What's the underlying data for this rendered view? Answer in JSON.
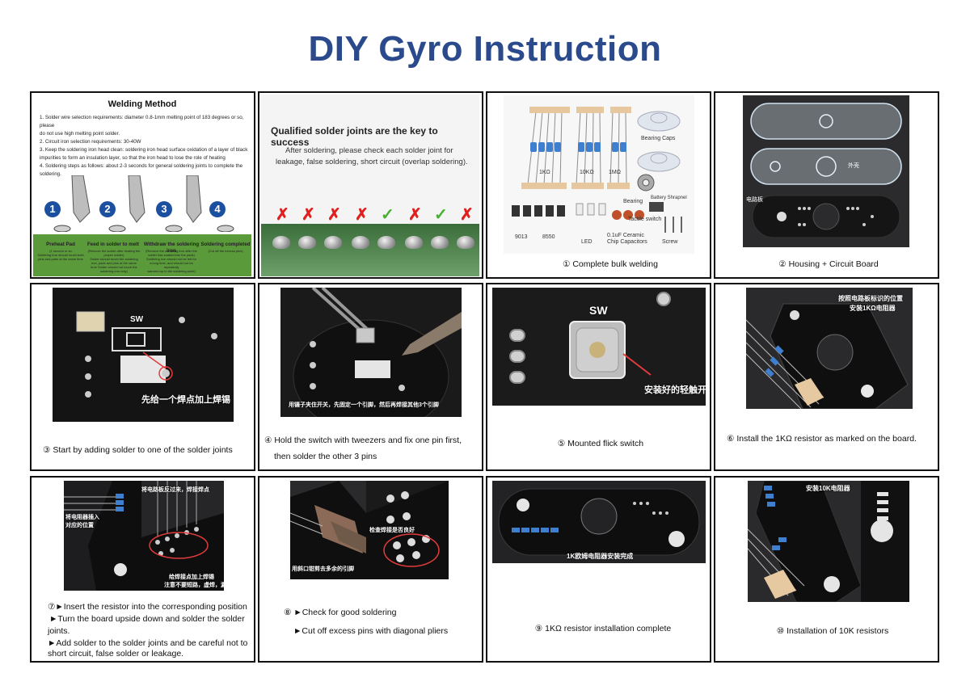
{
  "title": "DIY Gyro Instruction",
  "welding": {
    "title": "Welding Method",
    "lines": [
      "1. Solder wire selection requirements: diameter 0.8-1mm melting point of 183 degrees or so, please",
      "do not use high melting point solder.",
      "2. Circuit iron selection requirements: 30-40W",
      "3. Keep the soldering iron head clean: soldering iron head surface oxidation of a layer of black",
      "impurities to form an insulation layer, so that the iron head to lose the role of heating",
      "4. Soldering steps as follows: about 2-3 seconds for general soldering joints to complete the",
      "soldering."
    ],
    "steps": [
      {
        "num": "1",
        "label": "Preheat Pad",
        "note": "(1 second or so\nSoldering iron should touch both\npins and pads at the same time"
      },
      {
        "num": "2",
        "label": "Feed in solder to melt",
        "note": "(Remove the solder after heating the\nproper solder)\nSolder should touch the soldering\niron, pads and pins at the same\ntime Solder should not touch the\nsoldering iron only)"
      },
      {
        "num": "3",
        "label": "Withdraw the soldering iron",
        "note": "(Remove the soldering iron after the\nsolder has soaked into the pads)\nSoldering iron should not be left for\na long time, and should not be repeatedly\nwarmed up to the soldering point)"
      },
      {
        "num": "4",
        "label": "Soldering completed",
        "note": "(Cut off the excess pins)"
      }
    ]
  },
  "solder_quality": {
    "heading": "Qualified solder joints are the key to success",
    "body_line1": "After soldering, please check each solder joint for",
    "body_line2": "leakage, false soldering, short circuit (overlap soldering).",
    "marks": [
      "✗",
      "✗",
      "✗",
      "✗",
      "✓",
      "✗",
      "✓",
      "✗"
    ]
  },
  "parts": {
    "labels": {
      "r1": "1KΩ",
      "r2": "10KΩ",
      "r3": "1MΩ",
      "caps": "Bearing Caps",
      "bearing": "Bearing",
      "shrapnel": "Battery Shrapnel",
      "tactile": "Tactile switch",
      "t1": "9013",
      "t2": "8550",
      "led": "LED",
      "ceramic1": "0.1uF Ceramic",
      "ceramic2": "Chip Capacitors",
      "screw": "Screw"
    }
  },
  "housing": {
    "label_cn1": "外壳",
    "label_cn2": "电路板"
  },
  "steps": {
    "s1": "① Complete bulk welding",
    "s2": "② Housing + Circuit Board",
    "s3": "③ Start by adding solder to one of the solder joints",
    "s4_line1": "④ Hold the switch with tweezers and fix one pin first,",
    "s4_line2": "then solder the other 3 pins",
    "s5": "⑤ Mounted flick switch",
    "s6": "⑥ Install the 1KΩ resistor as marked on the board.",
    "s7_line1": "⑦►Insert the resistor into the corresponding position",
    "s7_line2": "►Turn the board upside down and solder the solder",
    "s7_line3": "joints.",
    "s7_line4": "►Add solder to the solder joints and be careful not to",
    "s7_line5": "short circuit, false solder or leakage.",
    "s8_line1": "⑧ ►Check for good soldering",
    "s8_line2": "►Cut off excess pins with diagonal pliers",
    "s9": "⑨ 1KΩ resistor installation complete",
    "s10": "⑩ Installation of 10K resistors"
  },
  "photo_text": {
    "p3_cn": "先给一个焊点加上焊锡",
    "p3_sw": "SW",
    "p4_cn": "用镊子夹住开关，先固定一个引脚，然后再焊接其他3个引脚",
    "p5_sw": "SW",
    "p5_cn": "安装好的轻触开关",
    "p6_cn1": "按照电路板标识的位置",
    "p6_cn2": "安装1KΩ电阻器",
    "p7_cn1": "将电路板反过来，焊接焊点",
    "p7_cn2": "将电阻器插入",
    "p7_cn3": "对应的位置",
    "p7_cn4": "给焊接点加上焊锡",
    "p7_cn5": "注意不要短路，虚焊，漏焊",
    "p8_cn1": "检查焊接是否良好",
    "p8_cn2": "用斜口钳剪去多余的引脚",
    "p9_cn": "1K欧姆电阻器安装完成",
    "p10_cn": "安装10K电阻器"
  }
}
